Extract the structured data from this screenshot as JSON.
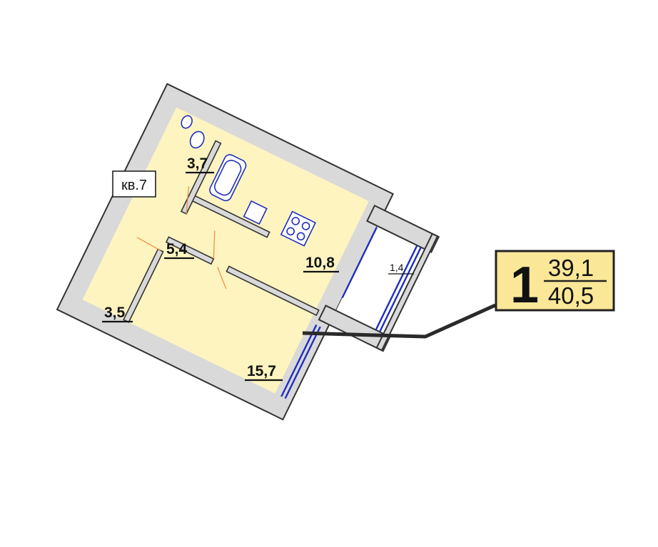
{
  "apartment": {
    "label": "кв.7"
  },
  "rooms": [
    {
      "id": "bathroom",
      "area": "3,7"
    },
    {
      "id": "hallway",
      "area": "5,4"
    },
    {
      "id": "kitchen",
      "area": "10,8"
    },
    {
      "id": "storage",
      "area": "3,5"
    },
    {
      "id": "living-room",
      "area": "15,7"
    },
    {
      "id": "balcony",
      "area": "1,4"
    }
  ],
  "badge": {
    "rooms_count": "1",
    "living_area": "39,1",
    "total_area": "40,5"
  },
  "colors": {
    "floor": "#fdf4c0",
    "wall": "#d9d9d9",
    "fixtures": "#1f2fbf",
    "door_swing": "#f08a3c",
    "badge": "#fae898"
  }
}
